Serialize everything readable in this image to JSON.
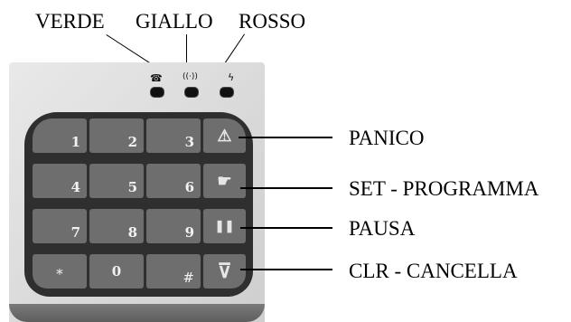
{
  "top_labels": {
    "verde": "VERDE",
    "giallo": "GIALLO",
    "rosso": "ROSSO"
  },
  "side_labels": {
    "panico": "PANICO",
    "set": "SET - PROGRAMMA",
    "pausa": "PAUSA",
    "clr": "CLR - CANCELLA"
  },
  "keys": {
    "k1": "1",
    "k2": "2",
    "k3": "3",
    "k4": "4",
    "k5": "5",
    "k6": "6",
    "k7": "7",
    "k8": "8",
    "k9": "9",
    "kstar": "∗",
    "k0": "0",
    "khash": "#",
    "panic_symbol": "⚠",
    "set_symbol": "☛",
    "pause_symbol": "❚❚",
    "clr_symbol": "⊽"
  },
  "led_icons": {
    "phone": "☎",
    "sound": "((·))",
    "bolt": "ϟ"
  }
}
